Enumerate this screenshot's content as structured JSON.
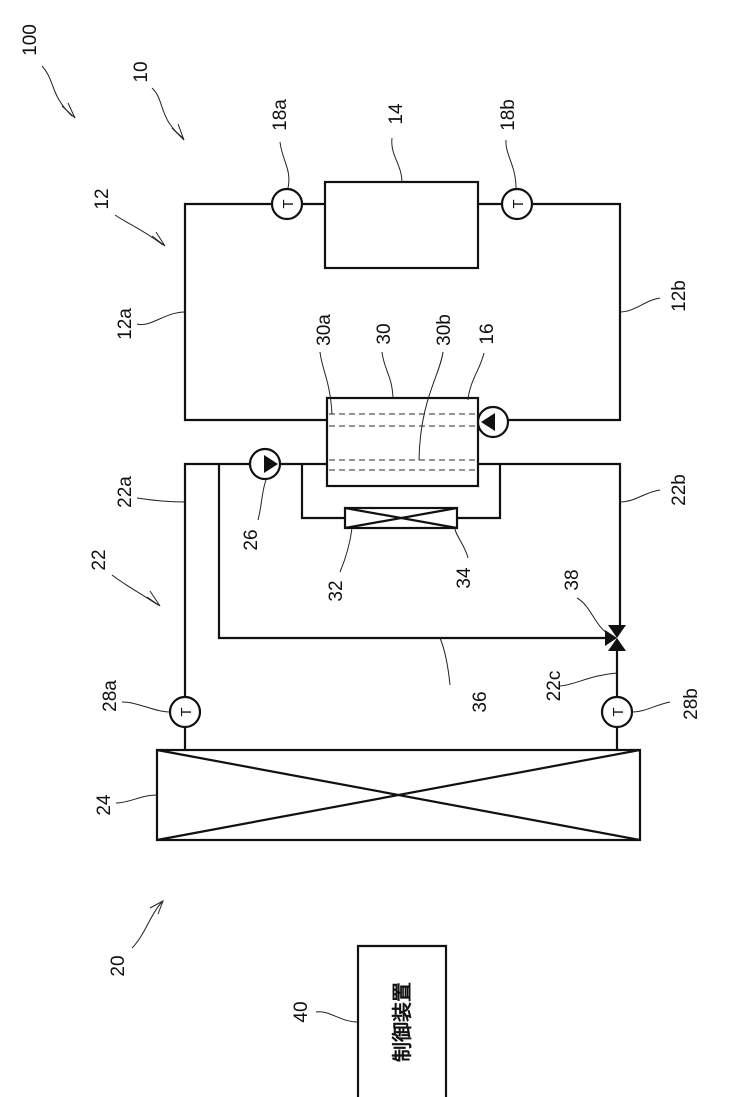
{
  "figure": {
    "orientation": "rotated-90-ccw",
    "labels": {
      "system": "100",
      "first_circuit": "10",
      "first_loop": "12",
      "first_loop_a": "12a",
      "first_loop_b": "12b",
      "load": "14",
      "pump_first": "16",
      "sensor_18a": "18a",
      "sensor_18b": "18b",
      "second_circuit": "20",
      "second_loop": "22",
      "second_loop_a": "22a",
      "second_loop_b": "22b",
      "second_loop_c": "22c",
      "heat_exchanger_air": "24",
      "pump_second": "26",
      "sensor_28a": "28a",
      "sensor_28b": "28b",
      "heat_exchanger": "30",
      "hx_channel_a": "30a",
      "hx_channel_b": "30b",
      "heater": "32",
      "bypass": "34",
      "branch_line": "36",
      "three_way_valve": "38",
      "controller": "40"
    },
    "sensor_symbol": "T",
    "controller_text": "制御装置"
  }
}
